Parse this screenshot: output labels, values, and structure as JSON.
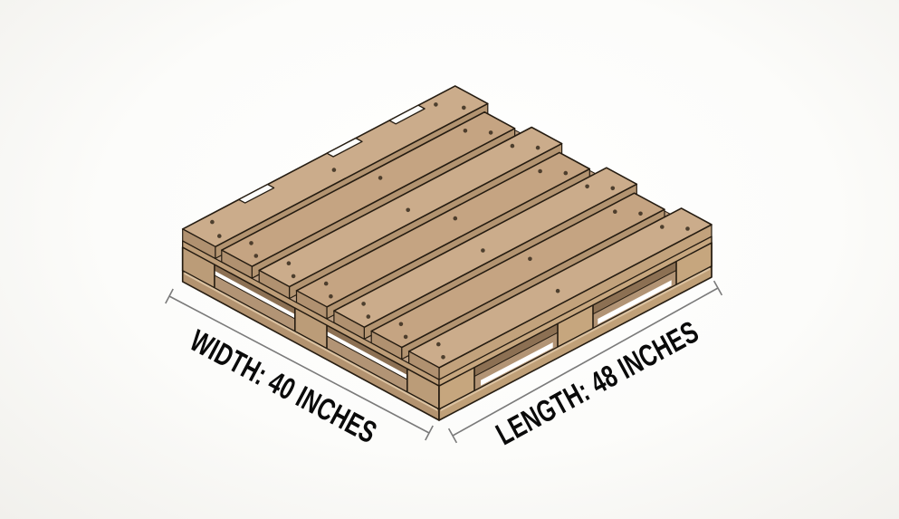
{
  "page": {
    "background": "#fcfcfa"
  },
  "diagram": {
    "subject": "wooden shipping pallet, isometric view",
    "width_label": "WIDTH: 40 INCHES",
    "length_label": "LENGTH: 48 INCHES",
    "dimensions": {
      "width_inches": 40,
      "length_inches": 48
    },
    "deck_board_count": 7,
    "colors": {
      "background": "#fcfcfa",
      "outline": "#251c11",
      "board_top_a": "#cbac8b",
      "board_top_b": "#c5a482",
      "board_side": "#b39471",
      "board_end": "#b09170",
      "lead_side": "#c2a27c",
      "gap_wood": "#bda084",
      "strip_left": "#bd9d78",
      "strip_right": "#c7a77f",
      "block_left": "#bb9c78",
      "block_right": "#c6a67e",
      "pocket_dark": "#8c7053",
      "pocket_inner": "#b29475",
      "rail_left": "#b39370",
      "rail_right": "#c0a078",
      "rail_top_light": "#dcc3a2",
      "sliver": "#a18459",
      "slot_white": "#ffffff",
      "nail": "#372b1d",
      "grain": "#b6956e",
      "dim_line": "#7a7a7a",
      "label_text": "#0a0a0a"
    }
  }
}
